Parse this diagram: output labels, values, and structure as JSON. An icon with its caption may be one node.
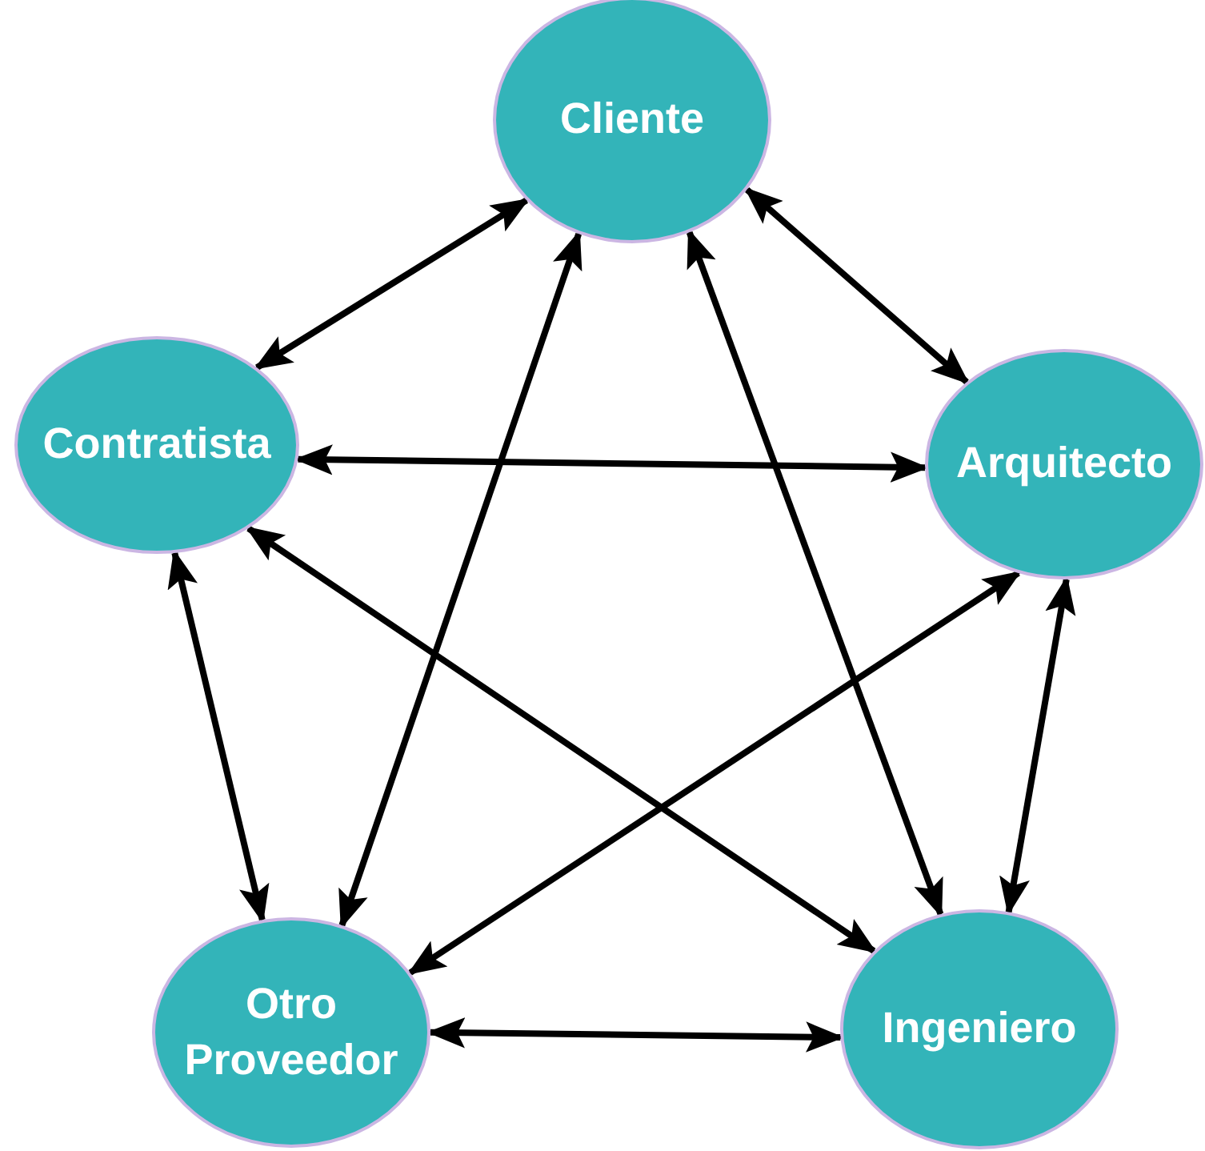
{
  "diagram": {
    "nodes": [
      {
        "text": [
          "Cliente"
        ]
      },
      {
        "text": [
          "Contratista"
        ]
      },
      {
        "text": [
          "Arquitecto"
        ]
      },
      {
        "text": [
          "Otro Proveedor"
        ]
      },
      {
        "text": [
          "Ingeniero"
        ]
      }
    ],
    "edges": [
      {
        "from": 0,
        "to": 1,
        "arrow": "both"
      },
      {
        "from": 0,
        "to": 3,
        "arrow": "both"
      },
      {
        "from": 0,
        "to": 2,
        "arrow": "both"
      },
      {
        "from": 0,
        "to": 4,
        "arrow": "both"
      },
      {
        "from": 1,
        "to": 2,
        "arrow": "both"
      },
      {
        "from": 1,
        "to": 3,
        "arrow": "both"
      },
      {
        "from": 1,
        "to": 4,
        "arrow": "both"
      },
      {
        "from": 2,
        "to": 3,
        "arrow": "both"
      },
      {
        "from": 2,
        "to": 4,
        "arrow": "both"
      },
      {
        "from": 3,
        "to": 4,
        "arrow": "both"
      }
    ]
  }
}
